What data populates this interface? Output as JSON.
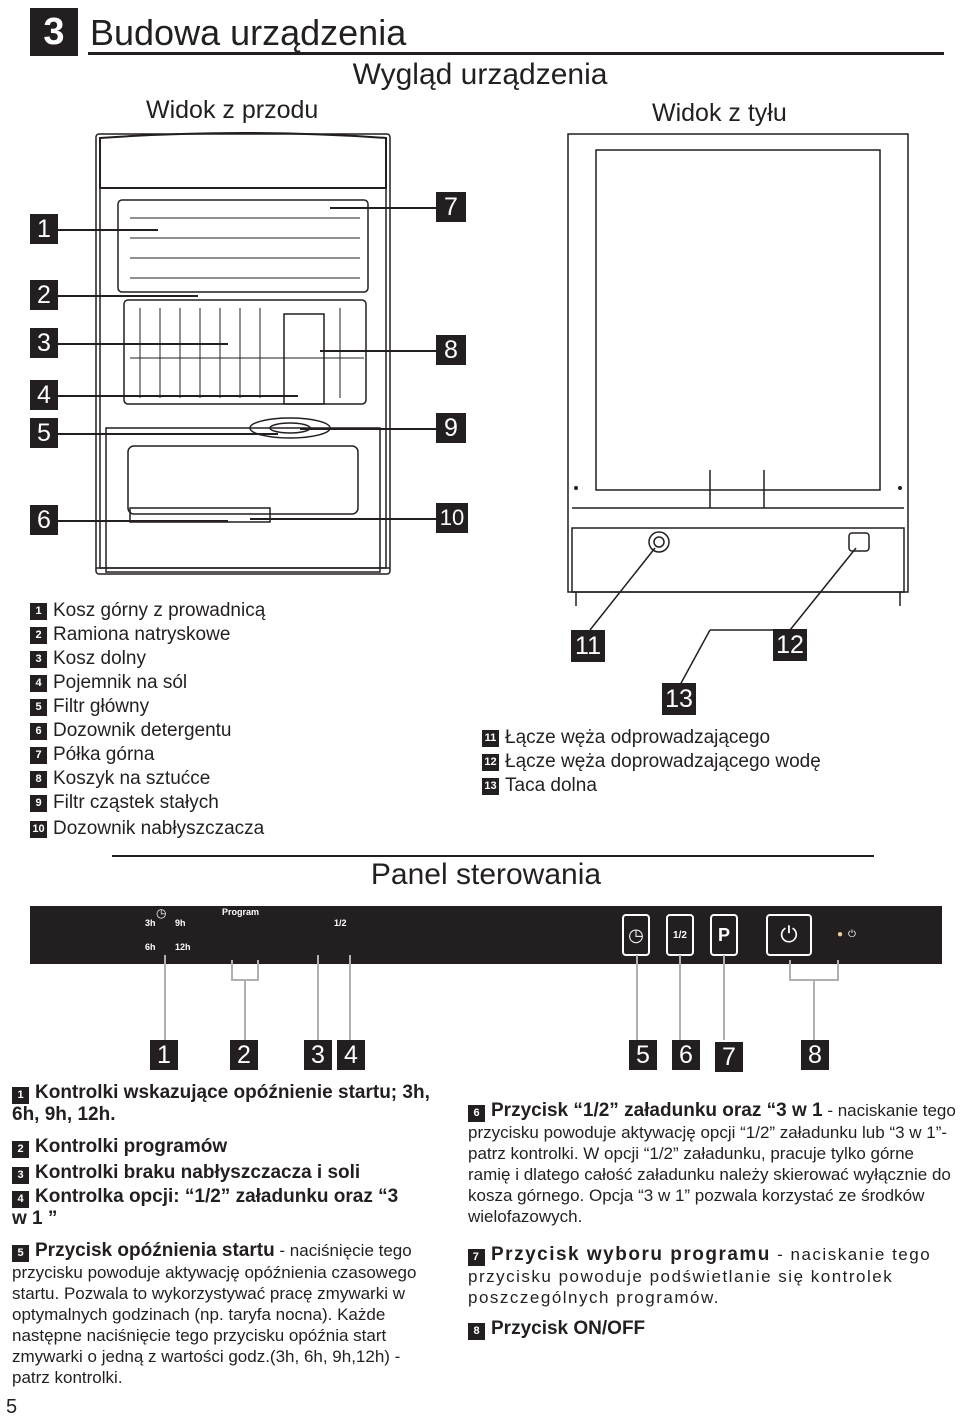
{
  "section": {
    "number": "3",
    "title": "Budowa urządzenia"
  },
  "subtitle": "Wygląd urządzenia",
  "views": {
    "front": "Widok z przodu",
    "back": "Widok z tyłu"
  },
  "callouts_front": [
    "1",
    "2",
    "3",
    "4",
    "5",
    "6",
    "7",
    "8",
    "9",
    "10"
  ],
  "callouts_back": [
    "11",
    "12",
    "13"
  ],
  "legend_front": [
    {
      "n": "1",
      "label": "Kosz górny z prowadnicą"
    },
    {
      "n": "2",
      "label": "Ramiona natryskowe"
    },
    {
      "n": "3",
      "label": "Kosz dolny"
    },
    {
      "n": "4",
      "label": "Pojemnik na sól"
    },
    {
      "n": "5",
      "label": "Filtr główny"
    },
    {
      "n": "6",
      "label": "Dozownik detergentu"
    },
    {
      "n": "7",
      "label": "Półka górna"
    },
    {
      "n": "8",
      "label": "Koszyk na sztućce"
    },
    {
      "n": "9",
      "label": "Filtr cząstek stałych"
    },
    {
      "n": "10",
      "label": "Dozownik nabłyszczacza"
    }
  ],
  "legend_back": [
    {
      "n": "11",
      "label": "Łącze węża odprowadzającego"
    },
    {
      "n": "12",
      "label": "Łącze węża doprowadzającego wodę"
    },
    {
      "n": "13",
      "label": "Taca dolna"
    }
  ],
  "panel": {
    "title": "Panel sterowania",
    "labels": {
      "h3": "3h",
      "h9": "9h",
      "h6": "6h",
      "h12": "12h",
      "program": "Program",
      "half": "1/2",
      "half_btn": "1/2",
      "p_btn": "P"
    },
    "callouts": [
      "1",
      "2",
      "3",
      "4",
      "5",
      "6",
      "7",
      "8"
    ]
  },
  "descriptions": [
    {
      "n": "1",
      "bold": "Kontrolki wskazujące opóźnienie startu; 3h, 6h, 9h, 12h.",
      "text": ""
    },
    {
      "n": "2",
      "bold": "Kontrolki programów",
      "text": ""
    },
    {
      "n": "3",
      "bold": "Kontrolki braku nabłyszczacza i soli",
      "text": ""
    },
    {
      "n": "4",
      "bold": "Kontrolka opcji: “1/2” załadunku oraz “3 w 1 ”",
      "text": ""
    },
    {
      "n": "5",
      "bold": "Przycisk opóźnienia startu",
      "text": " - naciśnięcie tego przycisku powoduje aktywację opóźnienia czasowego startu. Pozwala to wykorzystywać pracę zmywarki w optymalnych godzinach (np. taryfa nocna). Każde następne naciśnięcie tego przycisku opóźnia start zmywarki o jedną z wartości godz.(3h, 6h, 9h,12h) - patrz kontrolki."
    },
    {
      "n": "6",
      "bold": "Przycisk “1/2” załadunku oraz “3 w 1",
      "text": " - naciskanie tego przycisku powoduje aktywację opcji “1/2” załadunku lub “3 w 1”- patrz kontrolki. W opcji “1/2” załadunku, pracuje tylko górne ramię i dlatego całość załadunku należy skierować wyłącznie do kosza górnego. Opcja “3 w 1” pozwala korzystać ze środków wielofazowych."
    },
    {
      "n": "7",
      "bold": "Przycisk wyboru programu",
      "text": " - naciskanie tego przycisku powoduje podświetlanie się kontrolek poszczególnych programów."
    },
    {
      "n": "8",
      "bold": "Przycisk ON/OFF",
      "text": ""
    }
  ],
  "page_number": "5"
}
